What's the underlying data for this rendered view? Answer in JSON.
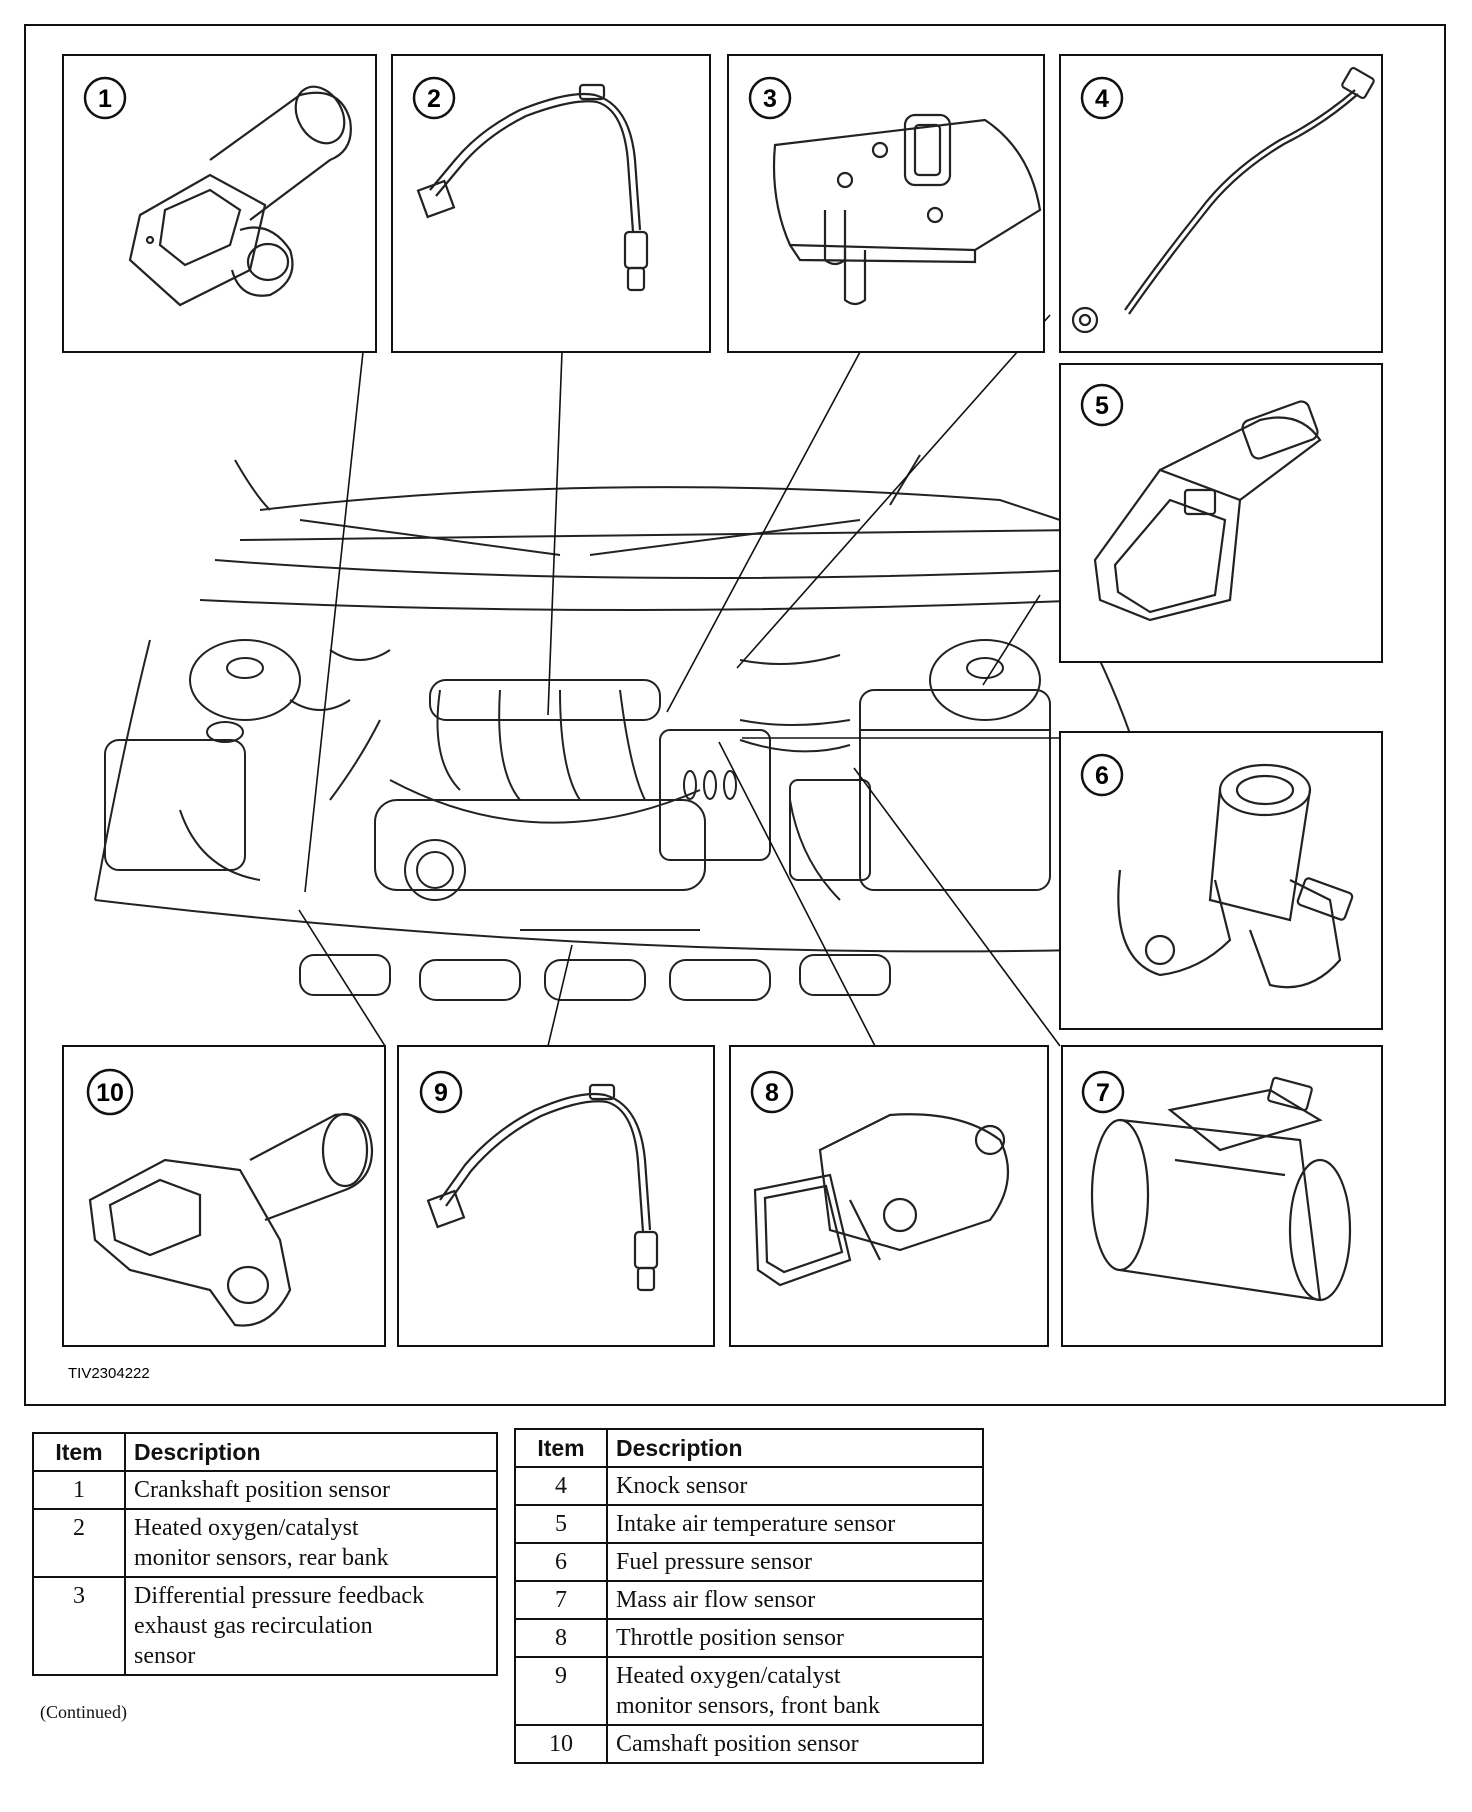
{
  "figure": {
    "code": "TIV2304222",
    "callouts": [
      "1",
      "2",
      "3",
      "4",
      "5",
      "6",
      "7",
      "8",
      "9",
      "10"
    ]
  },
  "legend": {
    "headers": {
      "item": "Item",
      "description": "Description"
    },
    "left": [
      {
        "item": "1",
        "description": [
          "Crankshaft position sensor"
        ]
      },
      {
        "item": "2",
        "description": [
          "Heated oxygen/catalyst",
          "monitor sensors, rear bank"
        ]
      },
      {
        "item": "3",
        "description": [
          "Differential pressure feedback",
          "exhaust gas recirculation",
          "sensor"
        ]
      }
    ],
    "right": [
      {
        "item": "4",
        "description": [
          "Knock sensor"
        ]
      },
      {
        "item": "5",
        "description": [
          "Intake air temperature sensor"
        ]
      },
      {
        "item": "6",
        "description": [
          "Fuel pressure sensor"
        ]
      },
      {
        "item": "7",
        "description": [
          "Mass air flow sensor"
        ]
      },
      {
        "item": "8",
        "description": [
          "Throttle position sensor"
        ]
      },
      {
        "item": "9",
        "description": [
          "Heated oxygen/catalyst",
          "monitor sensors, front bank"
        ]
      },
      {
        "item": "10",
        "description": [
          "Camshaft position sensor"
        ]
      }
    ],
    "note": "(Continued)"
  }
}
